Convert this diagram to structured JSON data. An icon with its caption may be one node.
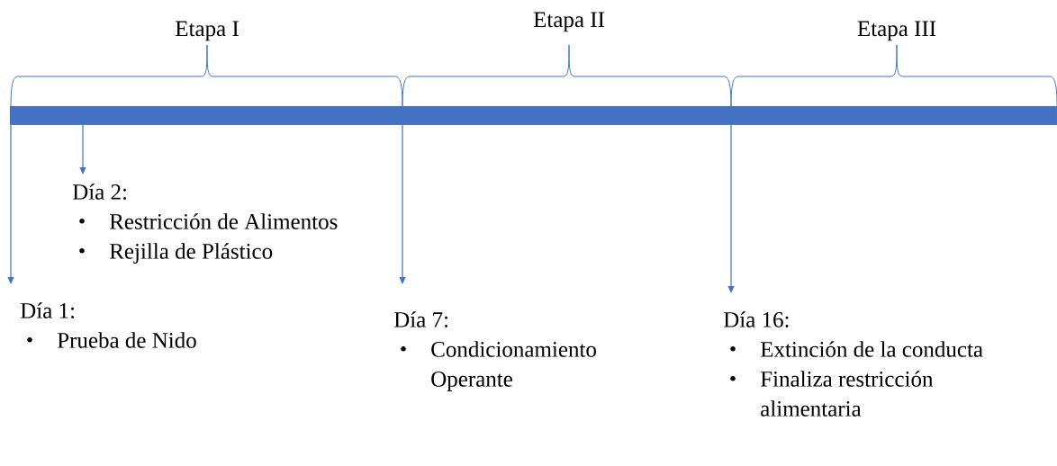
{
  "diagram": {
    "nodes": [
      {
        "text": [],
        "shape": "bar"
      },
      {
        "text": [
          "Día 2:",
          "Restricción de Alimentos",
          "Rejilla de Plástico"
        ]
      },
      {
        "text": [
          "Día 1:",
          "Prueba de Nido"
        ]
      },
      {
        "text": [
          "Día 7:",
          "Condicionamiento Operante"
        ]
      },
      {
        "text": [
          "Día 16:",
          "Extinción de la conducta",
          "Finaliza restricción alimentaria"
        ]
      }
    ],
    "edges": [
      {
        "from": 0,
        "to": 1,
        "arrow": "to"
      },
      {
        "from": 0,
        "to": 2,
        "arrow": "to"
      },
      {
        "from": 0,
        "to": 3,
        "arrow": "to"
      },
      {
        "from": 0,
        "to": 4,
        "arrow": "to"
      }
    ],
    "labels": [
      "Etapa I",
      "Etapa II",
      "Etapa III"
    ]
  }
}
